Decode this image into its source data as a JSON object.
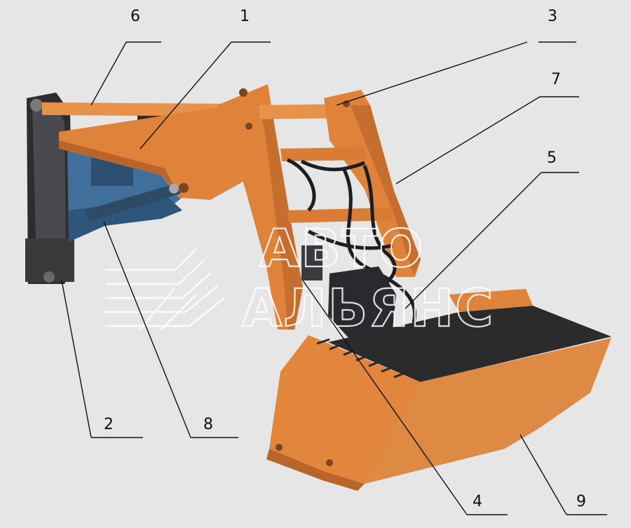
{
  "diagram": {
    "callouts": [
      {
        "id": "c6",
        "label": "6"
      },
      {
        "id": "c1",
        "label": "1"
      },
      {
        "id": "c3",
        "label": "3"
      },
      {
        "id": "c7",
        "label": "7"
      },
      {
        "id": "c5",
        "label": "5"
      },
      {
        "id": "c2",
        "label": "2"
      },
      {
        "id": "c8",
        "label": "8"
      },
      {
        "id": "c4",
        "label": "4"
      },
      {
        "id": "c9",
        "label": "9"
      }
    ],
    "watermark": {
      "line1": "АВТО",
      "line2": "АЛЬЯНС"
    },
    "colors": {
      "background": "#e6e6e6",
      "loader_orange": "#e0833a",
      "loader_orange_dark": "#b9652a",
      "tractor_blue": "#3f6f9a",
      "tractor_dark": "#2a2a2e",
      "bucket_floor": "#2b2b2b",
      "leader_line": "#111111"
    }
  }
}
